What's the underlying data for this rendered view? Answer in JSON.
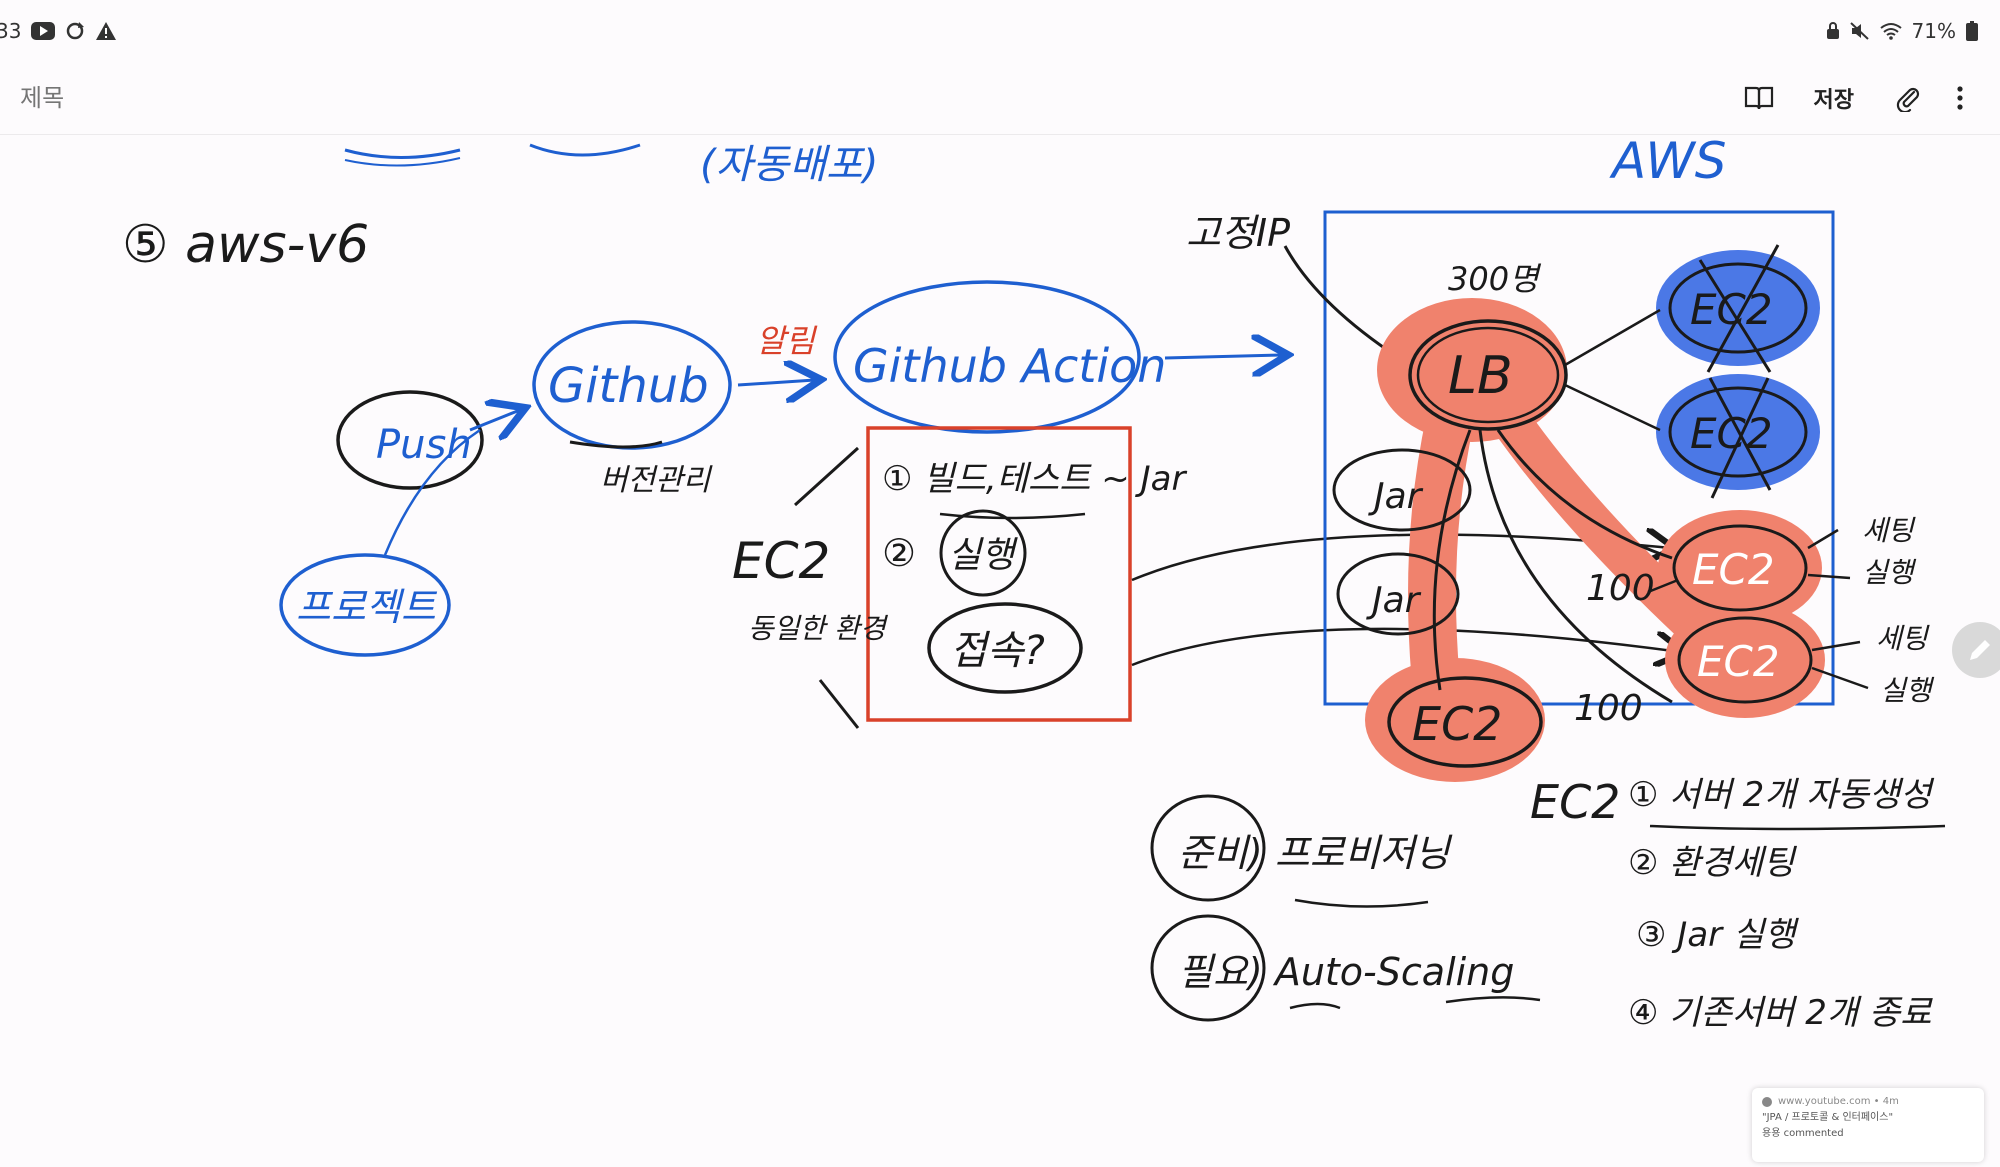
{
  "status_bar": {
    "time_fragment": "33",
    "battery": "71%"
  },
  "app_bar": {
    "title_placeholder": "제목",
    "save_label": "저장"
  },
  "note": {
    "top_partial": "(자동배포)",
    "section_label": "⑤ aws-v6",
    "push": "Push",
    "project": "프로젝트",
    "github": "Github",
    "github_sub": "버전관리",
    "notify": "알림",
    "github_action": "Github Action",
    "ec2_label": "EC2",
    "ec2_sub": "동일한 환경",
    "step1": "① 빌드,테스트 ~ Jar",
    "step2_num": "②",
    "step2": "실행",
    "step3": "접속?",
    "aws_label": "AWS",
    "fixed_ip": "고정IP",
    "count_300": "300명",
    "lb": "LB",
    "ec2": "EC2",
    "jar": "Jar",
    "count_100": "100",
    "setting": "세팅",
    "running": "실행",
    "ec2_list_title": "EC2",
    "list1": "① 서버 2개 자동생성",
    "list2": "② 환경세팅",
    "list3": "③ Jar 실행",
    "list4": "④ 기존서버 2개 종료",
    "prep": "준비) 프로비저닝",
    "need": "필요) Auto-Scaling"
  },
  "notification": {
    "source": "www.youtube.com • 4m",
    "line1": "\"JPA / 프로토콜 & 인터페이스\"",
    "line2": "용용 commented"
  },
  "colors": {
    "ink_black": "#1a1a1a",
    "ink_blue": "#1e5fd0",
    "ink_red": "#d9412a",
    "highlight_red": "#f0826d",
    "highlight_blue": "#4b78e6"
  }
}
